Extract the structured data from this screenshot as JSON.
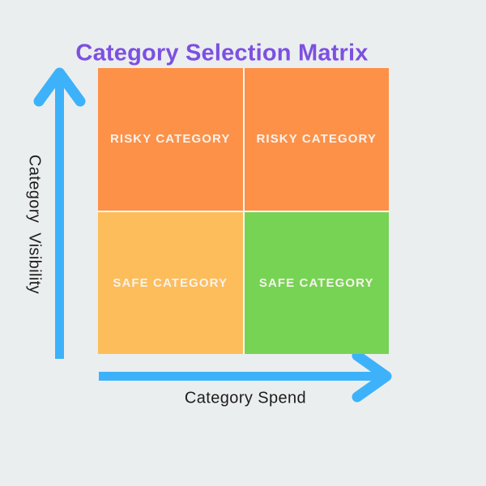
{
  "title": "Category Selection Matrix",
  "colors": {
    "background": "#EBEEEF",
    "title": "#7C50E2",
    "arrow": "#3DB2FA",
    "divider": "#F7F8F8",
    "quadrant_text": "#F7F3EF",
    "axis_text": "#1D1D1B",
    "risky_orange": "#FD9148",
    "safe_amber": "#FDBD5A",
    "safe_green": "#77D354"
  },
  "matrix": {
    "quadrants": [
      {
        "position": "top-left",
        "label": "RISKY CATEGORY",
        "color": "#FD9148"
      },
      {
        "position": "top-right",
        "label": "RISKY CATEGORY",
        "color": "#FD9148"
      },
      {
        "position": "bottom-left",
        "label": "SAFE CATEGORY",
        "color": "#FDBD5A"
      },
      {
        "position": "bottom-right",
        "label": "SAFE CATEGORY",
        "color": "#77D354"
      }
    ]
  },
  "axes": {
    "y": {
      "label": "Category  Visibility",
      "direction": "up"
    },
    "x": {
      "label": "Category Spend",
      "direction": "right"
    }
  }
}
